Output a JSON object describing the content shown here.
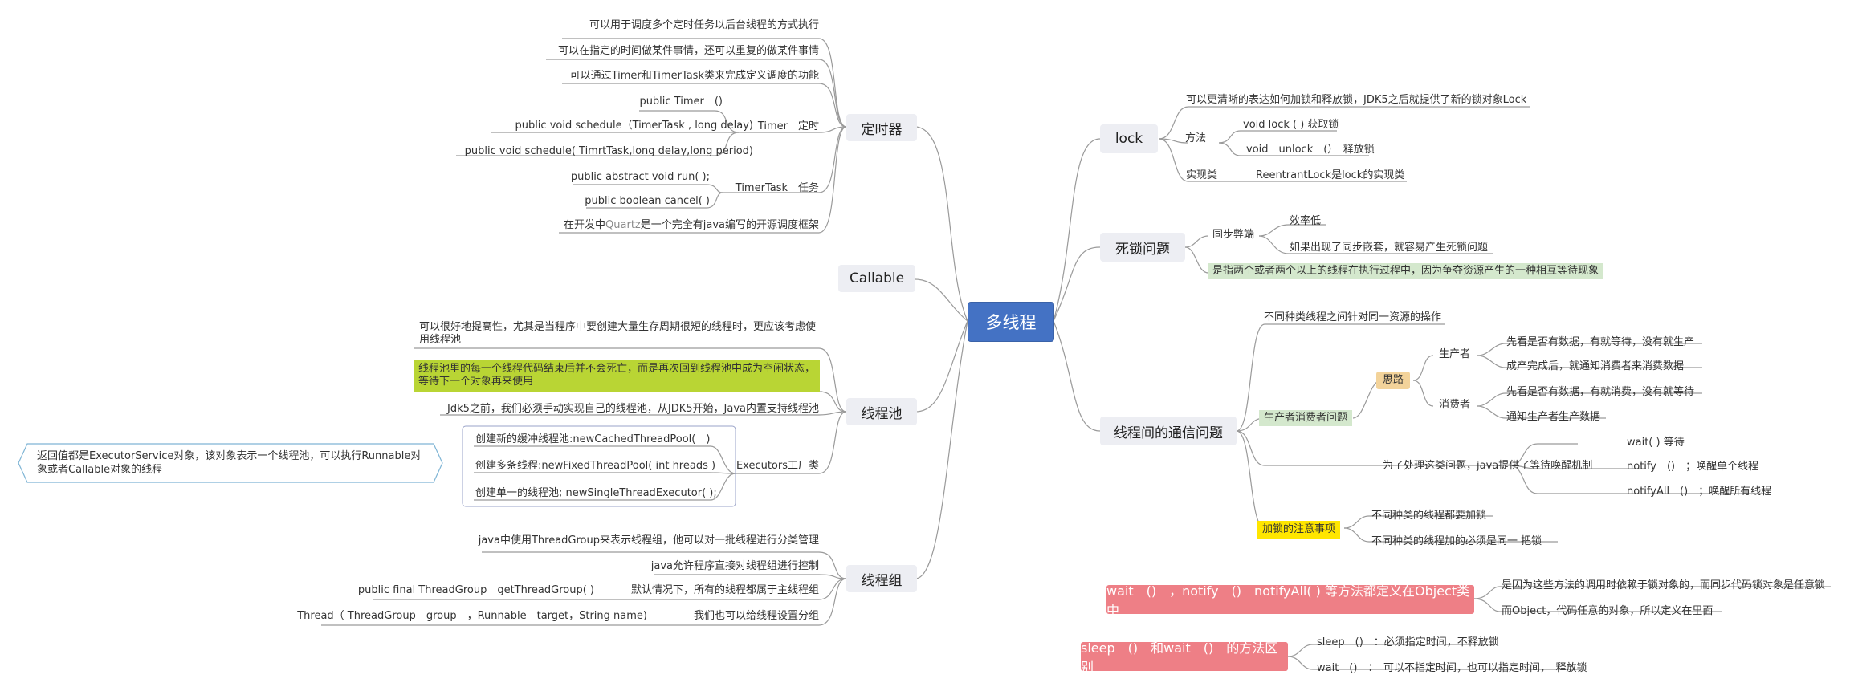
{
  "root": {
    "label": "多线程"
  },
  "colors": {
    "root": "#4472c4",
    "branch_bg": "#edeef3",
    "line": "#9a9a9a",
    "highlight_green": "#d4e8cd",
    "highlight_lime": "#b9d534",
    "highlight_tan": "#f3d39a",
    "highlight_yellow": "#ffe600",
    "pink": "#ee7f86",
    "callout_border": "#7fb5d5"
  },
  "timer": {
    "label": "定时器",
    "n1": "可以用于调度多个定时任务以后台线程的方式执行",
    "n2": "可以在指定的时间做某件事情，还可以重复的做某件事情",
    "n3": "可以通过Timer和TimerTask类来完成定义调度的功能",
    "timer_class": "Timer　定时",
    "timer_items": [
      "public Timer　()",
      "public void schedule（TimerTask , long delay)",
      "public void schedule( TimrtTask,long delay,long period)"
    ],
    "task_class": "TimerTask　任务",
    "task_items": [
      "public abstract void run( );",
      "public boolean cancel( )"
    ],
    "quartz_prefix": "在开发中",
    "quartz_word": "Quartz",
    "quartz_suffix": "是一个完全有java编写的开源调度框架"
  },
  "callable": {
    "label": "Callable"
  },
  "pool": {
    "label": "线程池",
    "n1": "可以很好地提高性，尤其是当程序中要创建大量生存周期很短的线程时，更应该考虑使用线程池",
    "n2": "线程池里的每一个线程代码结束后并不会死亡，而是再次回到线程池中成为空闲状态，等待下一个对象再来使用",
    "n3": "Jdk5之前，我们必须手动实现自己的线程池，从JDK5开始，Java内置支持线程池",
    "executors": "Executors工厂类",
    "exec_items": [
      "创建新的缓冲线程池:newCachedThreadPool(　)",
      "创建多条线程:newFixedThreadPool( int hreads )",
      "创建单一的线程池; newSingleThreadExecutor( );"
    ],
    "callout": "返回值都是ExecutorService对象，该对象表示一个线程池，可以执行Runnable对象或者Callable对象的线程"
  },
  "group": {
    "label": "线程组",
    "n1": "java中使用ThreadGroup来表示线程组，他可以对一批线程进行分类管理",
    "n2": "java允许程序直接对线程组进行控制",
    "n3": "默认情况下，所有的线程都属于主线程组",
    "n3_child": "public final ThreadGroup　getThreadGroup( )",
    "n4": "我们也可以给线程设置分组",
    "n4_child": "Thread（ ThreadGroup　group　，Runnable　target，String name)"
  },
  "lock": {
    "label": "lock",
    "n1": "可以更清晰的表达如何加锁和释放锁，JDK5之后就提供了新的锁对象Lock",
    "method": "方法",
    "methods": [
      "void lock ( ) 获取锁",
      "void　unlock　(）　释放锁"
    ],
    "impl": "实现类",
    "impl_item": "ReentrantLock是lock的实现类"
  },
  "deadlock": {
    "label": "死锁问题",
    "sync": "同步弊端",
    "sync_items": [
      "效率低",
      "如果出现了同步嵌套，就容易产生死锁问题"
    ],
    "definition": "是指两个或者两个以上的线程在执行过程中，因为争夺资源产生的一种相互等待现象"
  },
  "comm": {
    "label": "线程间的通信问题",
    "n1": "不同种类线程之间针对同一资源的操作",
    "pc": "生产者消费者问题",
    "idea": "思路",
    "producer": "生产者",
    "producer_items": [
      "先看是否有数据，有就等待，没有就生产",
      "成产完成后，就通知消费者来消费数据"
    ],
    "consumer": "消费者",
    "consumer_items": [
      "先看是否有数据，有就消费，没有就等待",
      "通知生产者生产数据"
    ],
    "mechanism": "为了处理这类问题，java提供了等待唤醒机制",
    "mechanism_items": [
      "wait( ) 等待",
      "notify　()　；唤醒单个线程",
      "notifyAll　()　；唤醒所有线程"
    ],
    "attention": "加锁的注意事项",
    "attention_items": [
      "不同种类的线程都要加锁",
      "不同种类的线程加的必须是同一 把锁"
    ]
  },
  "waitnotify": {
    "label": "wait　()　，notify　()　notifyAll( ) 等方法都定义在Object类中",
    "items": [
      "是因为这些方法的调用时依赖于锁对象的，而同步代码锁对象是任意锁",
      "而Object，代码任意的对象，所以定义在里面"
    ]
  },
  "sleepwait": {
    "label": "sleep　()　和wait　()　的方法区别",
    "items": [
      "sleep　()　：必须指定时间，不释放锁",
      "wait　()　：　可以不指定时间，也可以指定时间，　释放锁"
    ]
  }
}
